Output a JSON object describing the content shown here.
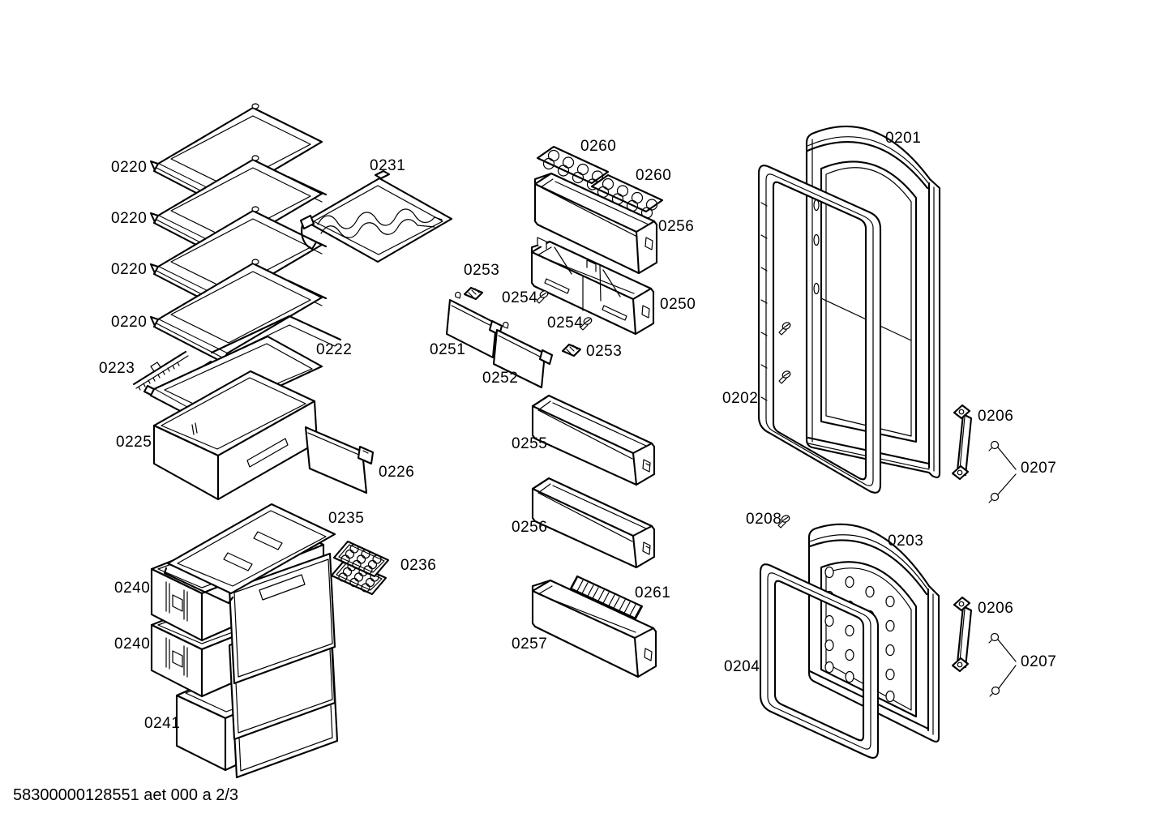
{
  "document": {
    "footer_ref": "58300000128551 aet 000 a 2/3"
  },
  "glyphs": {
    "screw": "screw-icon",
    "clip": "clip-icon",
    "handle": "door-handle-icon"
  },
  "labels": [
    {
      "text": "0220"
    },
    {
      "text": "0220"
    },
    {
      "text": "0220"
    },
    {
      "text": "0220"
    },
    {
      "text": "0231"
    },
    {
      "text": "0222"
    },
    {
      "text": "0223"
    },
    {
      "text": "0225"
    },
    {
      "text": "0226"
    },
    {
      "text": "0235"
    },
    {
      "text": "0236"
    },
    {
      "text": "0240"
    },
    {
      "text": "0240"
    },
    {
      "text": "0241"
    },
    {
      "text": "0260"
    },
    {
      "text": "0260"
    },
    {
      "text": "0256"
    },
    {
      "text": "0253"
    },
    {
      "text": "0254"
    },
    {
      "text": "0250"
    },
    {
      "text": "0254"
    },
    {
      "text": "0251"
    },
    {
      "text": "0253"
    },
    {
      "text": "0252"
    },
    {
      "text": "0255"
    },
    {
      "text": "0256"
    },
    {
      "text": "0261"
    },
    {
      "text": "0257"
    },
    {
      "text": "0201"
    },
    {
      "text": "0202"
    },
    {
      "text": "0206"
    },
    {
      "text": "0207"
    },
    {
      "text": "0208"
    },
    {
      "text": "0203"
    },
    {
      "text": "0206"
    },
    {
      "text": "0207"
    },
    {
      "text": "0204"
    }
  ]
}
